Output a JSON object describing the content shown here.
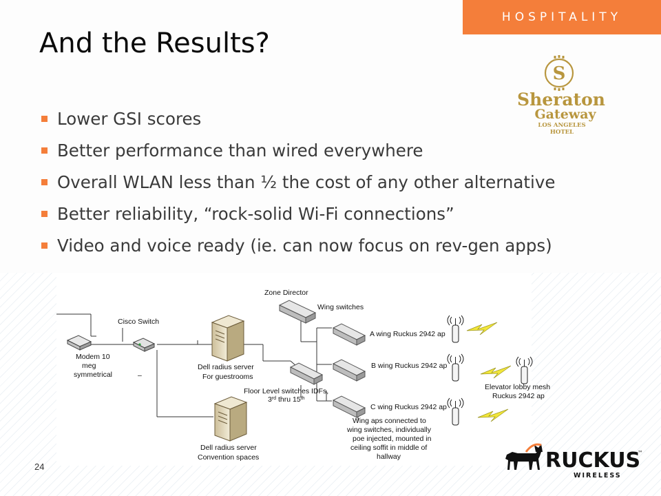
{
  "header": {
    "tag": "HOSPITALITY"
  },
  "slide": {
    "title": "And the Results?",
    "bullets": [
      "Lower GSI scores",
      "Better performance than wired everywhere",
      "Overall WLAN less than ½ the cost of any other alternative",
      "Better reliability, “rock-solid Wi-Fi connections”",
      "Video and voice ready (ie. can now focus on rev-gen apps)"
    ],
    "page_number": "24"
  },
  "logos": {
    "sheraton": {
      "name": "Sheraton",
      "sub": "Gateway",
      "city_1": "LOS ANGELES",
      "city_2": "HOTEL",
      "letter": "S",
      "color": "#b8963e"
    },
    "ruckus": {
      "name": "RUCKUS",
      "tm": "™",
      "sub": "WIRELESS",
      "color": "#111111",
      "accent": "#f47e3a"
    }
  },
  "diagram": {
    "zone_director": "Zone Director",
    "wing_switches": "Wing switches",
    "cisco_switch": "Cisco Switch",
    "modem": [
      "Modem 10",
      "meg",
      "symmetrical"
    ],
    "radius_guest": [
      "Dell radius server",
      "For guestrooms"
    ],
    "radius_convention": [
      "Dell radius server",
      "Convention spaces"
    ],
    "floor_switches": "Floor Level switches IDFs,",
    "floor_range": {
      "from": "3",
      "from_sup": "rd",
      "mid": " thru ",
      "to": "15",
      "to_sup": "th"
    },
    "a_wing": "A wing Ruckus 2942 ap",
    "b_wing": "B wing Ruckus 2942 ap",
    "c_wing": "C wing Ruckus 2942 ap",
    "elevator": [
      "Elevator lobby mesh",
      "Ruckus 2942 ap"
    ],
    "wing_note": [
      "Wing aps connected to",
      "wing switches, individually",
      "poe injected, mounted in",
      "ceiling soffit in middle of",
      "hallway"
    ],
    "dash": "–"
  }
}
